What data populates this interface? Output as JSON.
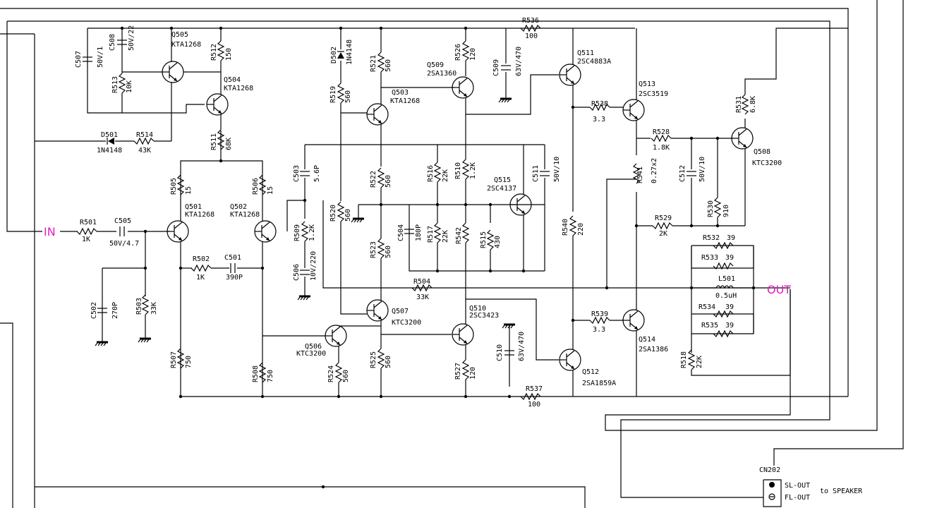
{
  "signals": {
    "input": "IN",
    "output": "OUT",
    "speaker_note": "to SPEAKER"
  },
  "connector": {
    "name": "CN202",
    "pins": [
      "SL-OUT",
      "FL-OUT"
    ]
  },
  "components": [
    {
      "ref": "R501",
      "value": "1K"
    },
    {
      "ref": "C505",
      "value": "50V/4.7"
    },
    {
      "ref": "R502",
      "value": "1K"
    },
    {
      "ref": "C501",
      "value": "390P"
    },
    {
      "ref": "C502",
      "value": "270P"
    },
    {
      "ref": "R503",
      "value": "33K"
    },
    {
      "ref": "Q501",
      "value": "KTA1268"
    },
    {
      "ref": "Q502",
      "value": "KTA1268"
    },
    {
      "ref": "R505",
      "value": "15"
    },
    {
      "ref": "R506",
      "value": "15"
    },
    {
      "ref": "R507",
      "value": "750"
    },
    {
      "ref": "R508",
      "value": "750"
    },
    {
      "ref": "R511",
      "value": "68K"
    },
    {
      "ref": "Q504",
      "value": "KTA1268"
    },
    {
      "ref": "Q505",
      "value": "KTA1268"
    },
    {
      "ref": "R512",
      "value": "150"
    },
    {
      "ref": "R513",
      "value": "10K"
    },
    {
      "ref": "C507",
      "value": "50V/1"
    },
    {
      "ref": "C508",
      "value": "50V/22"
    },
    {
      "ref": "D501",
      "value": "1N4148"
    },
    {
      "ref": "R514",
      "value": "43K"
    },
    {
      "ref": "C503",
      "value": "5.6P"
    },
    {
      "ref": "R509",
      "value": "1.2K"
    },
    {
      "ref": "C506",
      "value": "10V/220"
    },
    {
      "ref": "D502",
      "value": "1N4148"
    },
    {
      "ref": "R519",
      "value": "560"
    },
    {
      "ref": "R520",
      "value": "560"
    },
    {
      "ref": "R521",
      "value": "560"
    },
    {
      "ref": "Q503",
      "value": "KTA1268"
    },
    {
      "ref": "R522",
      "value": "560"
    },
    {
      "ref": "R523",
      "value": "560"
    },
    {
      "ref": "Q506",
      "value": "KTC3200"
    },
    {
      "ref": "Q507",
      "value": "KTC3200"
    },
    {
      "ref": "R524",
      "value": "560"
    },
    {
      "ref": "R525",
      "value": "560"
    },
    {
      "ref": "R526",
      "value": "120"
    },
    {
      "ref": "Q509",
      "value": "2SA1360"
    },
    {
      "ref": "C509",
      "value": "63V/470"
    },
    {
      "ref": "R504",
      "value": "33K"
    },
    {
      "ref": "C504",
      "value": "180P"
    },
    {
      "ref": "R516",
      "value": "22K"
    },
    {
      "ref": "R517",
      "value": "22K"
    },
    {
      "ref": "R510",
      "value": "1.2K"
    },
    {
      "ref": "R542",
      "value": ""
    },
    {
      "ref": "R515",
      "value": "430"
    },
    {
      "ref": "Q515",
      "value": "2SC4137"
    },
    {
      "ref": "C511",
      "value": "50V/10"
    },
    {
      "ref": "Q510",
      "value": "2SC3423"
    },
    {
      "ref": "C510",
      "value": "63V/470"
    },
    {
      "ref": "R527",
      "value": "120"
    },
    {
      "ref": "R536",
      "value": "100"
    },
    {
      "ref": "R537",
      "value": "100"
    },
    {
      "ref": "Q511",
      "value": "2SC4883A"
    },
    {
      "ref": "Q512",
      "value": "2SA1859A"
    },
    {
      "ref": "R540",
      "value": "220"
    },
    {
      "ref": "R538",
      "value": "3.3"
    },
    {
      "ref": "R539",
      "value": "3.3"
    },
    {
      "ref": "Q513",
      "value": "2SC3519"
    },
    {
      "ref": "Q514",
      "value": "2SA1386"
    },
    {
      "ref": "R528",
      "value": "1.8K"
    },
    {
      "ref": "R541",
      "value": "0.27x2"
    },
    {
      "ref": "C512",
      "value": "50V/10"
    },
    {
      "ref": "R529",
      "value": "2K"
    },
    {
      "ref": "R531",
      "value": "6.8K"
    },
    {
      "ref": "Q508",
      "value": "KTC3200"
    },
    {
      "ref": "R530",
      "value": "910"
    },
    {
      "ref": "R532",
      "value": "39"
    },
    {
      "ref": "R533",
      "value": "39"
    },
    {
      "ref": "L501",
      "value": "0.5uH"
    },
    {
      "ref": "R534",
      "value": "39"
    },
    {
      "ref": "R535",
      "value": "39"
    },
    {
      "ref": "R518",
      "value": "22K"
    }
  ]
}
